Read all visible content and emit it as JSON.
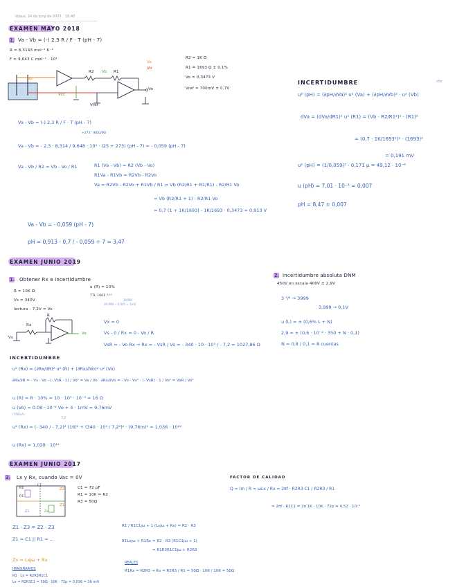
{
  "meta": {
    "date": "dijous, 24 de juny de 2023",
    "time": "16:40"
  },
  "colors": {
    "ink": "#1c1f36",
    "blue_ink": "#2f5fb8",
    "highlight": "#c89ae8",
    "orange": "#e08a1e",
    "red": "#d83a2a",
    "green": "#3c9a3c"
  },
  "s1": {
    "title": "EXAMEN MAYO 2018",
    "num": "1.",
    "eq_main": "Va - Vb = (-) 2,3 R / F · T (pH - 7)",
    "R": "R = 8,3143 mol⁻¹ K⁻¹",
    "F": "F = 9,643 C mol⁻¹ · 10⁴",
    "legend_va": "Va",
    "legend_vb": "Vb",
    "circuit_labels": {
      "R2": "R2",
      "R1": "R1",
      "Va": "Va",
      "Vb": "Vb",
      "Vcc": "Vcc",
      "Vref": "Vref",
      "Vo": "Vo"
    },
    "params": [
      "R2 = 1K Ω",
      "R1 = 1693 Ω ± 0,1%",
      "Vo = 0,3473 V",
      "Vref = 700mV ± 0,7V"
    ],
    "step1": "Va - Vb = (-) 2,3 R / F · T (pH - 7)",
    "step1_note": "+273° (KELVIN)",
    "step2": "Va - Vb = - 2,3 · 8,314 / 9,648 · 10⁴ · (25 + 273) (pH - 7) = - 0,059 (pH - 7)",
    "step3_left": "Va - Vb / R2 = Vb - Vo / R1",
    "step3_r1": "R1 (Va - Vb) = R2 (Vb - Vo)",
    "step3_r2": "R1Va - R1Vb = R2Vb - R2Vo",
    "step3_r3": "Va = R2Vb - R2Vo + R1Vb / R1 = Vb (R2/R1 + R1/R1) - R2/R1 Vo",
    "step3_r4": "= Vb (R2/R1 + 1) - R2/R1 Vo",
    "step3_r5": "= 0,7 (1 + 1K/1693) - 1K/1693 · 0,3473 = 0,913 V",
    "result1": "Va - Vb = - 0,059 (pH - 7)",
    "result2": "pH = 0,913 - 0,7 / - 0,059 + 7 = 3,47"
  },
  "unc1": {
    "title": "INCERTIDUMBRE",
    "cte": "cte",
    "eq1": "u² (pH) = (∂pH/∂Va)² u² (Va) + (∂pH/∂Vb)² · u² (Vb)",
    "eq2": "dVa = (dVa/dR1)² u² (R1) = (Vb · R2/R1²)² · (R1)²",
    "eq3": "= (0,7 · 1K/1693²)² · (1693)²",
    "eq4": "= 0,191 mV",
    "eq5": "u² (pH) = (1/0,059)² · 0,171 μ = 49,12 · 10⁻⁶",
    "eq6": "u (pH) = 7,01 · 10⁻³ ≈ 0,007",
    "eq7": "pH = 8,47 ± 0,007"
  },
  "s2": {
    "title": "EXAMEN JUNIO 2019",
    "num": "1.",
    "sub": "Obtener Rx e incertidumbre",
    "a1": "R = 10K Ω",
    "a2": "Vs = 340V",
    "a3": "lectura - 7,2V = Vo",
    "note1": "u (R) = 10%",
    "note2": "TTL 1601 ⁴·¹⁰",
    "note3": "39999",
    "note4": "39,999 → 0,001 = 1mV",
    "c1": "Vx = 0",
    "c2": "Vs - 0 / Rx = 0 - Vo / R",
    "c3": "VsR = - Vo Rx → Rx = - VsR / Vo = - 340 · 10 · 10³ / - 7,2 = 1027,86 Ω",
    "circuit_labels": {
      "Rx": "Rx",
      "R": "R",
      "Vs": "Vs",
      "Vo": "Vo"
    }
  },
  "s2b": {
    "num": "2.",
    "title": "Incertidumbre absoluta DNM",
    "sub": "450V en escala 400V ± 2,9V",
    "l1": "3 ³/⁴ → 3999",
    "l2": "3,999 → 0,1V",
    "l3": "u (L) = ± (0,6% L + N)",
    "l4": "2,9 = ± (0,6 · 10⁻² · 350 + N · 0,1)",
    "l5": "N = 0,8 / 0,1 = 8 cuentas"
  },
  "unc2": {
    "title": "INCERTIDUMBRE",
    "u1": "u² (Rx) = (∂Rx/∂R)² u² (R) + (∂Rx/∂Vo)² u² (Vo)",
    "u2": "∂Rx/∂R = - Vs · Vo - (- VsR · 1) / Vo² = Vs / Vo",
    "u2b": "∂Rx/∂Vo = - Vo · Vs⁰ - (- VsR) · 1 / Vo² = VsR / Vo²",
    "u3": "u (R) = R · 10% = 10 · 10³ · 10⁻³ = 16 Ω",
    "u4": "u (Vo) = 0.08 · 10⁻² Vo + 4 · 1mV = 9,76mV",
    "u4_note": "(TABLA)",
    "u4_note2": "7,2",
    "u5": "u² (Rx) = (- 340 / - 7,2)² (16)² + (340 · 10⁴ / 7,2²)² · (9,76m)² = 1,036 · 10²²",
    "u6": "u (Rx) = 1,028 · 10¹¹"
  },
  "s3": {
    "title": "EXAMEN JUNIO 2017",
    "num": "3.",
    "sub": "Lx y Rx, cuando Vac = 0V",
    "p1": "C1 = 72 pF",
    "p2": "R1 = 10K = R2",
    "p3": "R3 = 50Ω",
    "circuit_labels": {
      "R2": "R2",
      "R1": "R1",
      "Z2": "Z2",
      "Z1": "Z1",
      "Z3": "Z3",
      "Zx": "Zx",
      "C1": "C1"
    },
    "e1": "Z1 · Z3 = Z2 · Z3",
    "e2": "Z1 = C1 || R1 = ...",
    "e3": "Zx = Lxjω + Rx",
    "e4": "R1 / R1C1jω + 1 (Lxjω + Rx) = R2 · R3",
    "e5": "R1Lxjω + R1Rx = R2 · R3 (R1C1jω + 1)",
    "e6": "= R1R3R1C1jω + R2R3",
    "imag_label": "IMAGINARIOS",
    "imag1": "R1 · Lx = R2R3R1C1",
    "imag2": "Lx = R2R3C1 = 50Ω · 10K · 72p = 0,036 = 36 mH",
    "real_label": "REALES",
    "real1": "R1Rx = R2R3 → Rx = R2R3 / R1 = 50Ω · 10K / 10K = 50Ω",
    "q_title": "FACTOR DE CALIDAD",
    "q1": "Q = Im / R = ωLx / Rx = 2πf · R2R3 C1 / R2R3 / R1",
    "q2": "= 2πf · R1C1 = 2π 1K · 10K · 72p = 4,52 · 10⁻³"
  }
}
